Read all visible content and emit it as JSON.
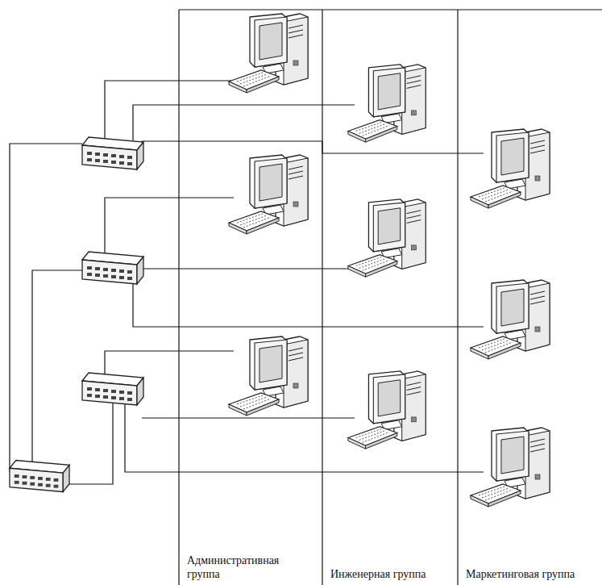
{
  "diagram": {
    "nodes": [
      {
        "text": [
          "Административная группа"
        ]
      },
      {
        "text": [
          "Инженерная группа"
        ]
      },
      {
        "text": [
          "Маркетинговая группа"
        ]
      }
    ]
  }
}
